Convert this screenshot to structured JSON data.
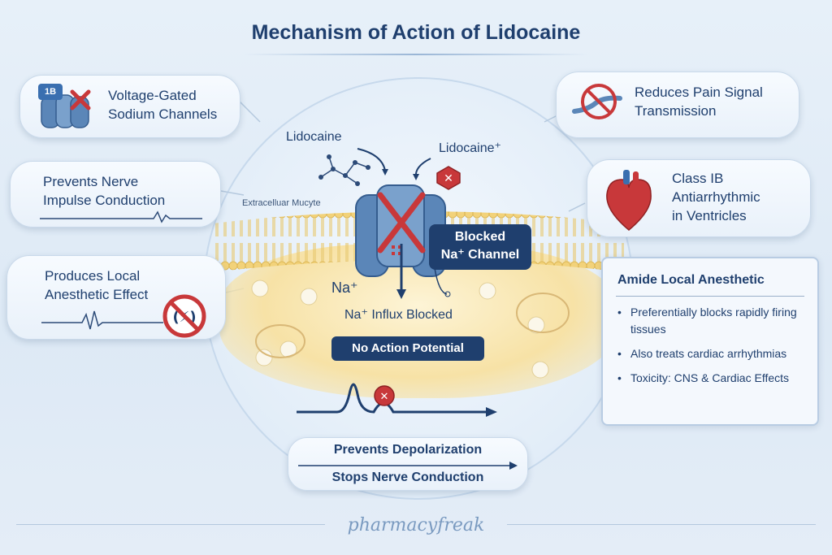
{
  "title": "Mechanism of Action of Lidocaine",
  "cards": {
    "voltage_gated": {
      "line1": "Voltage-Gated",
      "line2": "Sodium Channels",
      "badge": "1B"
    },
    "prevents_nerve": {
      "line1": "Prevents Nerve",
      "line2": "Impulse Conduction"
    },
    "produces_local": {
      "line1": "Produces Local",
      "line2": "Anesthetic Effect"
    },
    "reduces_pain": {
      "line1": "Reduces Pain Signal",
      "line2": "Transmission"
    },
    "class_ib": {
      "line1": "Class IB",
      "line2": "Antiarrhythmic",
      "line3": "in Ventricles"
    }
  },
  "center": {
    "lidocaine": "Lidocaine",
    "lidocaine_plus": "Lidocaine⁺",
    "extracellular": "Extracelluar Mucyte",
    "blocked_line1": "Blocked",
    "blocked_line2": "Na⁺ Channel",
    "na_plus": "Na⁺",
    "influx_blocked": "Na⁺ Influx Blocked",
    "no_action_potential": "No Action Potential"
  },
  "info_box": {
    "heading": "Amide Local Anesthetic",
    "items": [
      "Preferentially blocks rapidly firing tissues",
      "Also treats cardiac arrhythmias",
      "Toxicity: CNS & Cardiac Effects"
    ]
  },
  "bottom": {
    "line1": "Prevents Depolarization",
    "line2": "Stops Nerve Conduction"
  },
  "brand": "pharmacyfreak",
  "colors": {
    "navy": "#1f3f6e",
    "channel_blue": "#5b86b8",
    "block_red": "#c8383a",
    "membrane_yellow": "#f2d27a"
  }
}
